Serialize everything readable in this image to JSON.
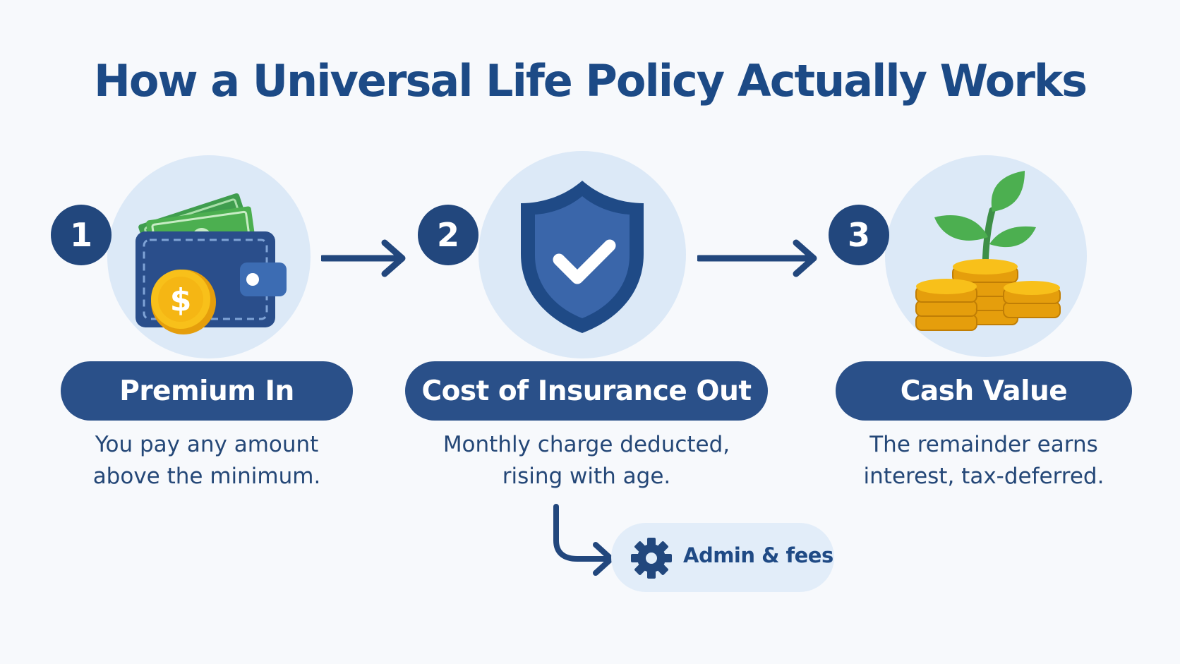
{
  "title": "How a Universal Life Policy Actually Works",
  "steps": [
    {
      "number": "1",
      "label": "Premium In",
      "description_lines": [
        "You pay any amount",
        "above the minimum."
      ],
      "icon": "wallet-with-cash-and-coin-icon"
    },
    {
      "number": "2",
      "label": "Cost of Insurance Out",
      "description_lines": [
        "Monthly charge deducted,",
        "rising with age."
      ],
      "icon": "shield-checkmark-icon"
    },
    {
      "number": "3",
      "label": "Cash Value",
      "description_lines": [
        "The remainder earns",
        "interest, tax-deferred."
      ],
      "icon": "coins-with-plant-icon"
    }
  ],
  "branch": {
    "label": "Admin & fees",
    "icon": "gear-icon"
  },
  "colors": {
    "navy": "#22477d",
    "pill": "#2a5089",
    "circle": "#dce9f7",
    "title": "#1c4a86",
    "coin": "#f5b614",
    "money": "#4caf50"
  }
}
